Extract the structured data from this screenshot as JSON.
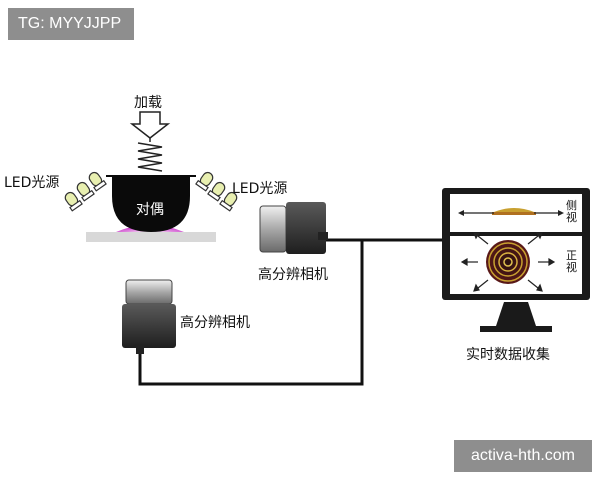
{
  "watermarks": {
    "top_left": "TG: MYYJJPP",
    "bottom_right": "activa-hth.com"
  },
  "labels": {
    "load": "加载",
    "led_left": "LED光源",
    "led_right": "LED光源",
    "specimen": "对偶",
    "camera_side": "高分辨相机",
    "camera_bottom": "高分辨相机",
    "monitor_side_view": [
      "侧",
      "视"
    ],
    "monitor_front_view": [
      "正",
      "视"
    ],
    "data_collection": "实时数据收集"
  },
  "colors": {
    "tag_bg": "#8e8e8e",
    "stage": "#d8d8d8",
    "contact_glow": "#cc44cc",
    "led_body": "#e8efb0",
    "camera_body": "#3a3a3a",
    "camera_lens": "#c9c9c9",
    "monitor_frame": "#1a1a1a",
    "ring_color": "#c8a030",
    "cable": "#111111"
  },
  "icons": [
    "load-arrow-icon",
    "spring-icon",
    "led-light-icon",
    "camera-icon",
    "monitor-icon",
    "expand-arrow-icon"
  ]
}
